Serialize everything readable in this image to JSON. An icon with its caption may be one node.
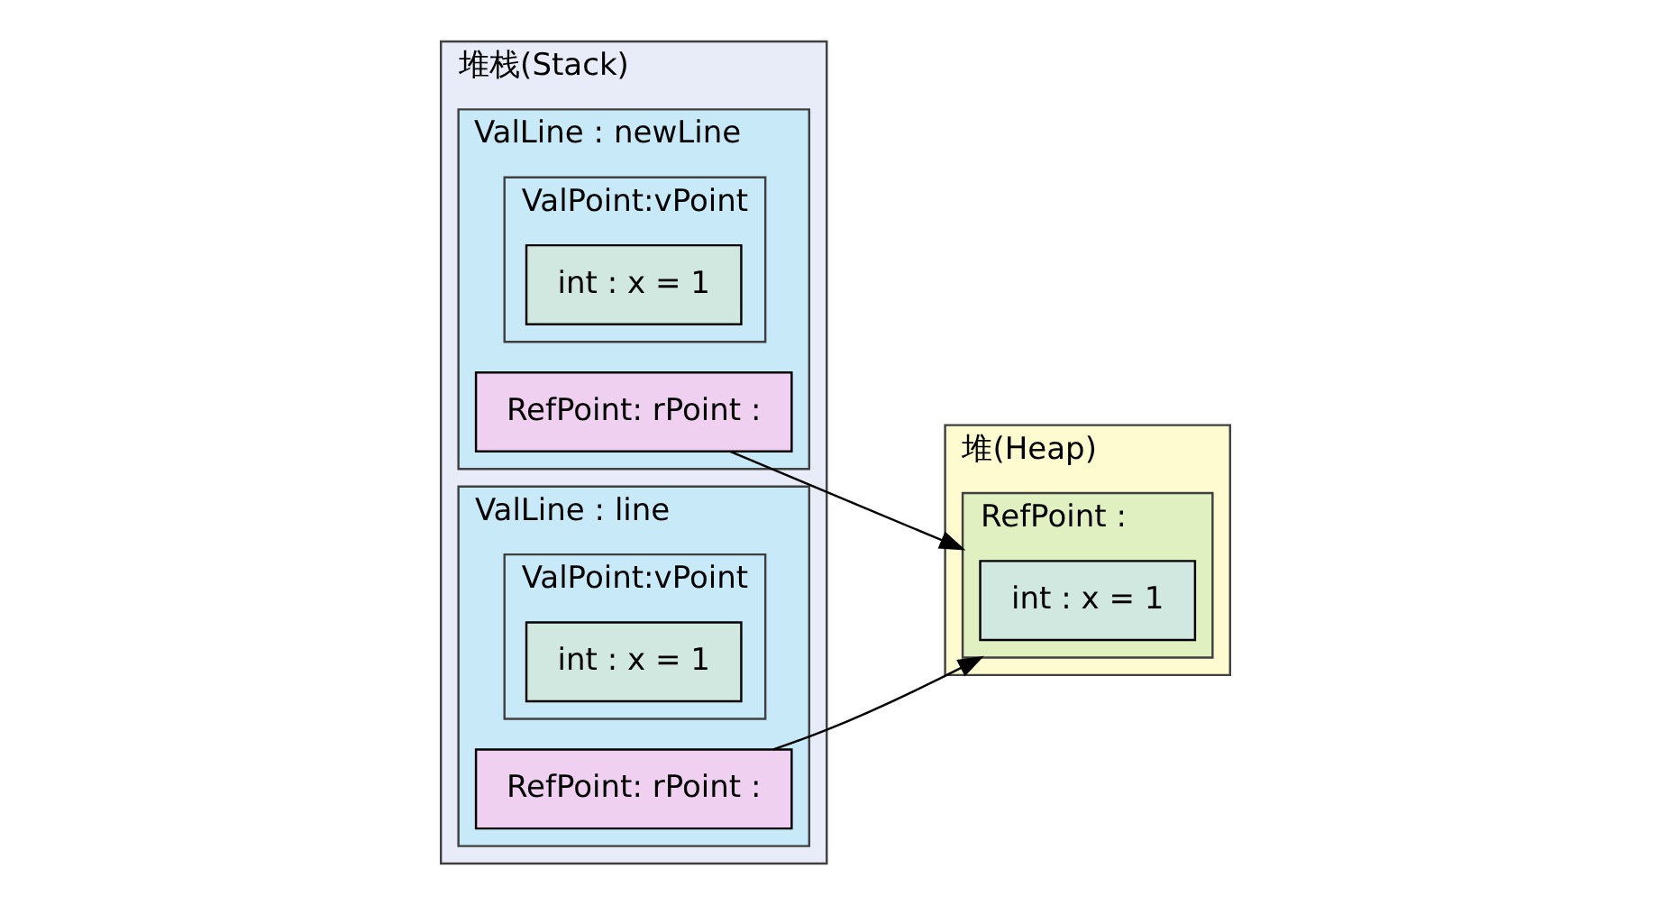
{
  "diagram": {
    "nodes": [
      {
        "text": [
          "堆栈(Stack)"
        ]
      },
      {
        "text": [
          "ValLine : newLine"
        ],
        "in": 0
      },
      {
        "text": [
          "RefPoint: rPoint :"
        ],
        "in": 1
      },
      {
        "text": [
          "ValPoint:vPoint"
        ],
        "in": 1
      },
      {
        "text": [
          "int : x = 1"
        ],
        "in": 3
      },
      {
        "text": [
          "ValLine : line"
        ],
        "in": 0
      },
      {
        "text": [
          "RefPoint: rPoint :"
        ],
        "in": 5
      },
      {
        "text": [
          "ValPoint:vPoint"
        ],
        "in": 5
      },
      {
        "text": [
          "int : x = 1"
        ],
        "in": 7
      },
      {
        "text": [
          "堆(Heap)"
        ]
      },
      {
        "text": [
          "RefPoint :"
        ],
        "in": 9
      },
      {
        "text": [
          "int : x = 1"
        ],
        "in": 10
      }
    ],
    "edges": [
      {
        "from": 2,
        "to": 10,
        "arrow": "to"
      },
      {
        "from": 6,
        "to": 10,
        "arrow": "to"
      }
    ]
  }
}
